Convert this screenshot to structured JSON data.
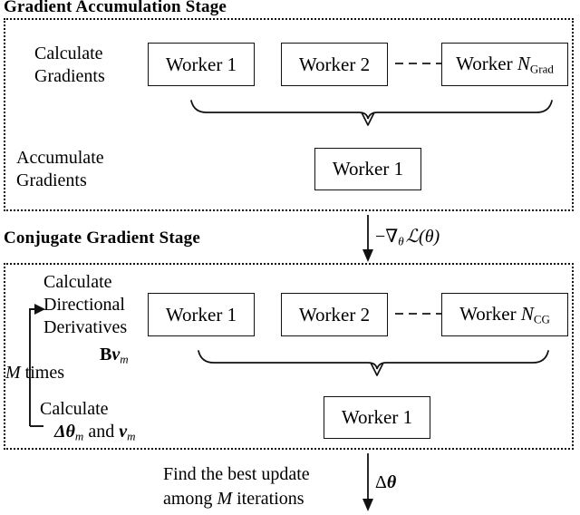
{
  "diagram": {
    "title_top": "Gradient Accumulation Stage",
    "title_mid": "Conjugate Gradient Stage",
    "stage1": {
      "row1_label_line1": "Calculate",
      "row1_label_line2": "Gradients",
      "row2_label_line1": "Accumulate",
      "row2_label_line2": "Gradients",
      "worker1": "Worker 1",
      "worker2": "Worker 2",
      "workerN_prefix": "Worker ",
      "workerN_var": "N",
      "workerN_sub": "Grad",
      "accumulate_worker": "Worker 1",
      "ellipsis": "- - - -"
    },
    "transition1": {
      "label_minus": "−",
      "label_nabla": "∇",
      "label_sub": "θ",
      "label_loss": "ℒ",
      "label_arg": "(θ)"
    },
    "stage2": {
      "row1_label_line1": "Calculate",
      "row1_label_line2": "Directional",
      "row1_label_line3": "Derivatives",
      "row1_math_B": "B",
      "row1_math_v": "v",
      "row1_math_v_sub": "m",
      "loop_label_var": "M",
      "loop_label_text": " times",
      "row2_label_line1": "Calculate",
      "row2_math_delta": "Δθ",
      "row2_math_delta_sub": "m",
      "row2_math_and": " and ",
      "row2_math_v": "v",
      "row2_math_v_sub": "m",
      "worker1": "Worker 1",
      "worker2": "Worker 2",
      "workerN_prefix": "Worker ",
      "workerN_var": "N",
      "workerN_sub": "CG",
      "cg_worker": "Worker  1",
      "ellipsis": "- - - -"
    },
    "footer": {
      "line1": "Find the best update",
      "line2_pre": "among ",
      "line2_var": "M",
      "line2_post": " iterations",
      "arrow_label_delta": "Δ",
      "arrow_label_theta": "θ"
    },
    "colors": {
      "stroke": "#111111",
      "background": "#ffffff"
    }
  }
}
